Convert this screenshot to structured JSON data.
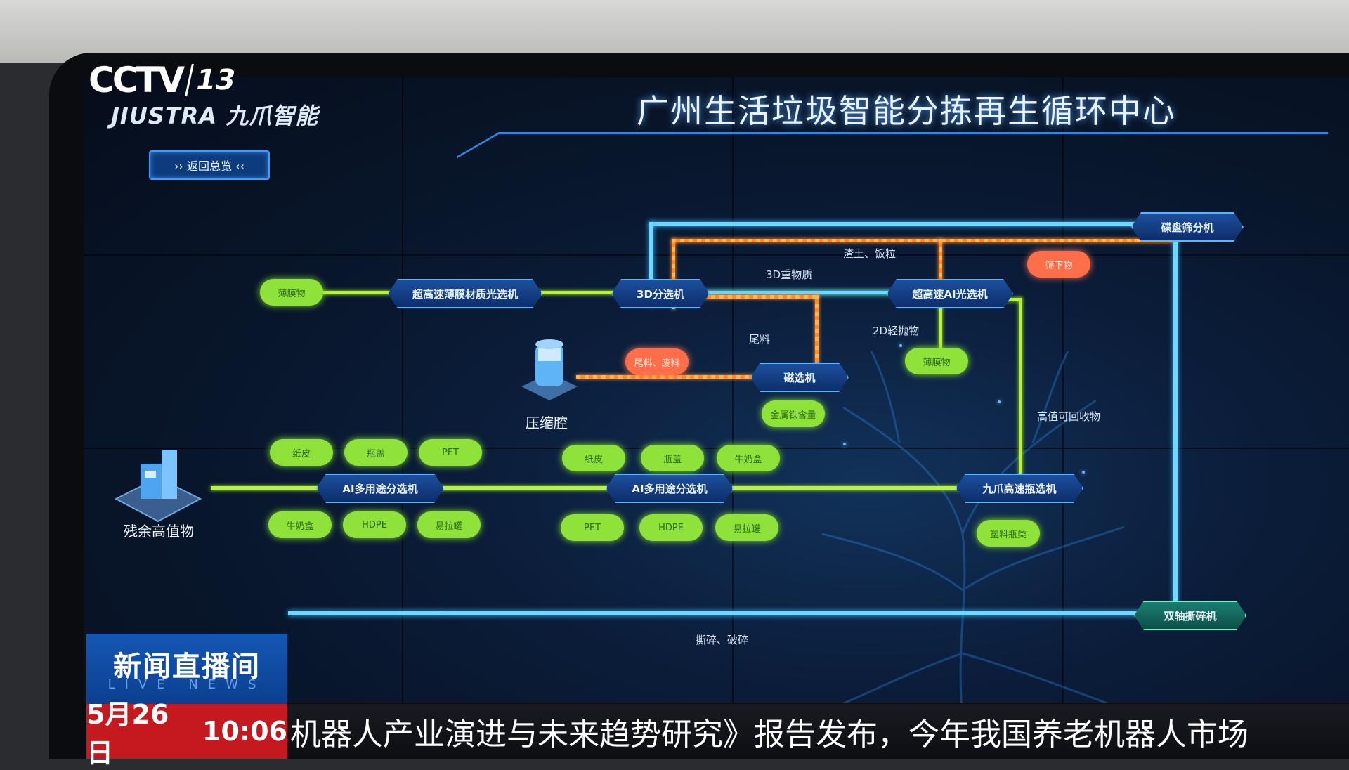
{
  "channel": {
    "logo": "CCTV",
    "number": "13"
  },
  "screen": {
    "brand": "JIUSTRA 九爪智能",
    "title": "广州生活垃圾智能分拣再生循环中心",
    "back_button": "›› 返回总览 ‹‹"
  },
  "machines": {
    "disc_screen": "碟盘筛分机",
    "film_sorter": "超高速薄膜材质光选机",
    "sorter_3d": "3D分选机",
    "ai_optical": "超高速AI光选机",
    "magnetic": "磁选机",
    "ai_multi_1": "AI多用途分选机",
    "ai_multi_2": "AI多用途分选机",
    "bottle_sorter": "九爪高速瓶选机",
    "shredder": "双轴撕碎机"
  },
  "outputs": {
    "film": "薄膜物",
    "screen_under": "筛下物",
    "residue": "尾料、废料",
    "light_2d": "薄膜物",
    "metal": "金属铁含量",
    "row1_left": [
      "纸皮",
      "瓶盖",
      "PET"
    ],
    "row1_mid": [
      "纸皮",
      "瓶盖",
      "牛奶盒"
    ],
    "row2_left": [
      "牛奶盒",
      "HDPE",
      "易拉罐"
    ],
    "row2_mid": [
      "PET",
      "HDPE",
      "易拉罐"
    ],
    "bottle_out": "塑料瓶类"
  },
  "labels": {
    "slag": "渣土、饭粒",
    "heavy_3d": "3D重物质",
    "tail": "尾料",
    "light_2d": "2D轻抛物",
    "high_value": "高值可回收物",
    "compress": "压缩腔",
    "residual": "残余高值物",
    "shred": "撕碎、破碎"
  },
  "news": {
    "program": "新闻直播间",
    "program_en": "LIVE NEWS",
    "date": "5月26日",
    "time": "10:06",
    "ticker": "机器人产业演进与未来趋势研究》报告发布，今年我国养老机器人市场"
  }
}
